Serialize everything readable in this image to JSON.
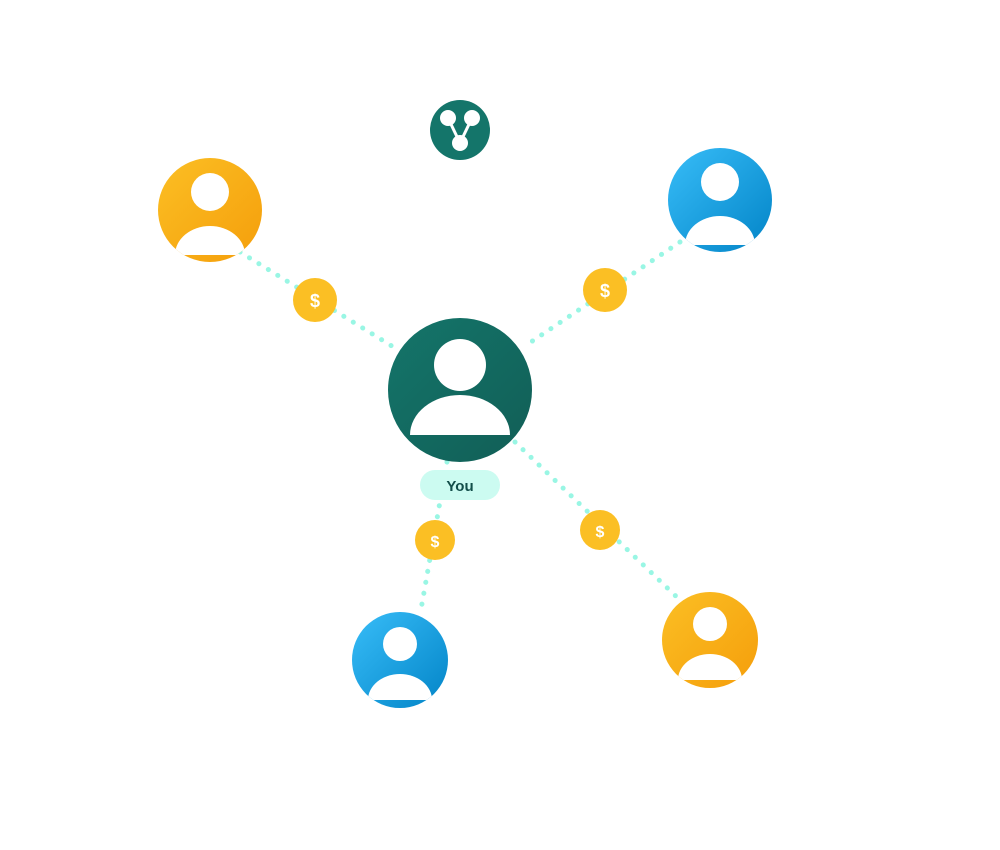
{
  "center_label": "You",
  "coin_symbol": "$",
  "colors": {
    "center": "#14756a",
    "center_dark": "#115e56",
    "orange": "#fbbf24",
    "orange_dark": "#f59e0b",
    "blue": "#38bdf8",
    "blue_dark": "#0284c7",
    "link": "#99f6e4",
    "coin": "#fbbf24",
    "you_badge": "#ccfbf1"
  },
  "nodes": [
    {
      "id": "top-left",
      "color": "orange"
    },
    {
      "id": "top-right",
      "color": "blue"
    },
    {
      "id": "bottom-left",
      "color": "blue"
    },
    {
      "id": "bottom-right",
      "color": "orange"
    }
  ],
  "icons": {
    "share": "share-icon",
    "user": "user-icon",
    "coin": "dollar-coin-icon"
  }
}
